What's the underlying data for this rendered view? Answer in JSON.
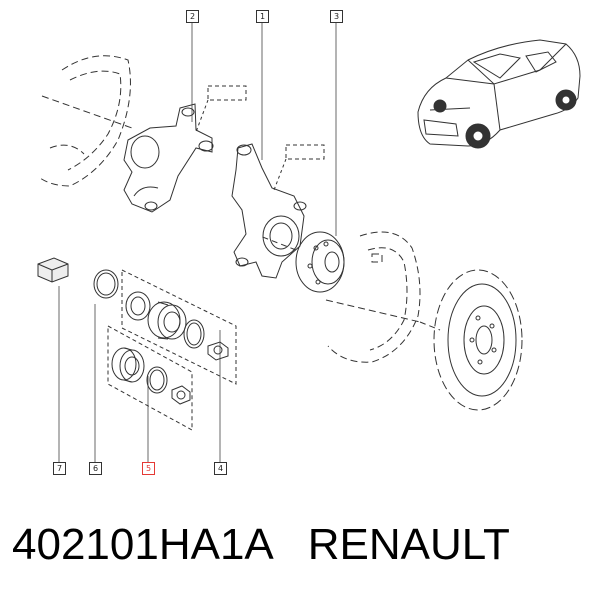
{
  "callouts": {
    "c1": "1",
    "c2": "2",
    "c3": "3",
    "c4": "4",
    "c5": "5",
    "c6": "6",
    "c7": "7"
  },
  "caption": {
    "part_number": "402101HA1A",
    "brand": "RENAULT"
  },
  "colors": {
    "line": "#333333",
    "highlight": "#e53935"
  }
}
